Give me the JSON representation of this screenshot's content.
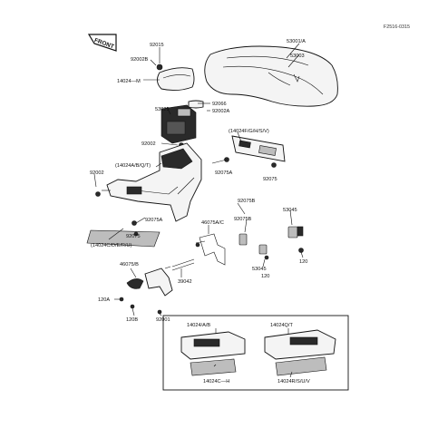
{
  "diagram": {
    "code": "F2516-0315",
    "front_label": "FRONT",
    "labels": {
      "l92015": "92015",
      "l92002b": "92002B",
      "l14024m": "14024—M",
      "l53001a": "53001/A",
      "l53003": "53003",
      "l53029": "53029",
      "l92066": "92066",
      "l92002a": "92002A",
      "l14024fgh": "(14024F/G/H/S/V)",
      "l92002_top": "92002",
      "l14024abqt": "(14024A/B/Q/T)",
      "l92002_left": "92002",
      "l92075a_1": "92075A",
      "l92075_1": "92075",
      "l92075b_1": "92075B",
      "l53045_1": "53045",
      "l92075a_2": "92075A",
      "l92075_2": "92075",
      "l46075ac": "46075A/C",
      "l92075b_2": "92075B",
      "l14024cdeu": "(14024C/D/E/R/U)",
      "l53045_2": "53045",
      "l120_1": "120",
      "l120_2": "120",
      "l46075b": "46075/B",
      "l39042": "39042",
      "l120a": "120A",
      "l120b": "120B",
      "l92001": "92001",
      "l14024ab": "14024/A/B",
      "l14024qt": "14024Q/T",
      "l14024ch": "14024C—H",
      "l14024rsuv": "14024R/S/U/V"
    }
  }
}
